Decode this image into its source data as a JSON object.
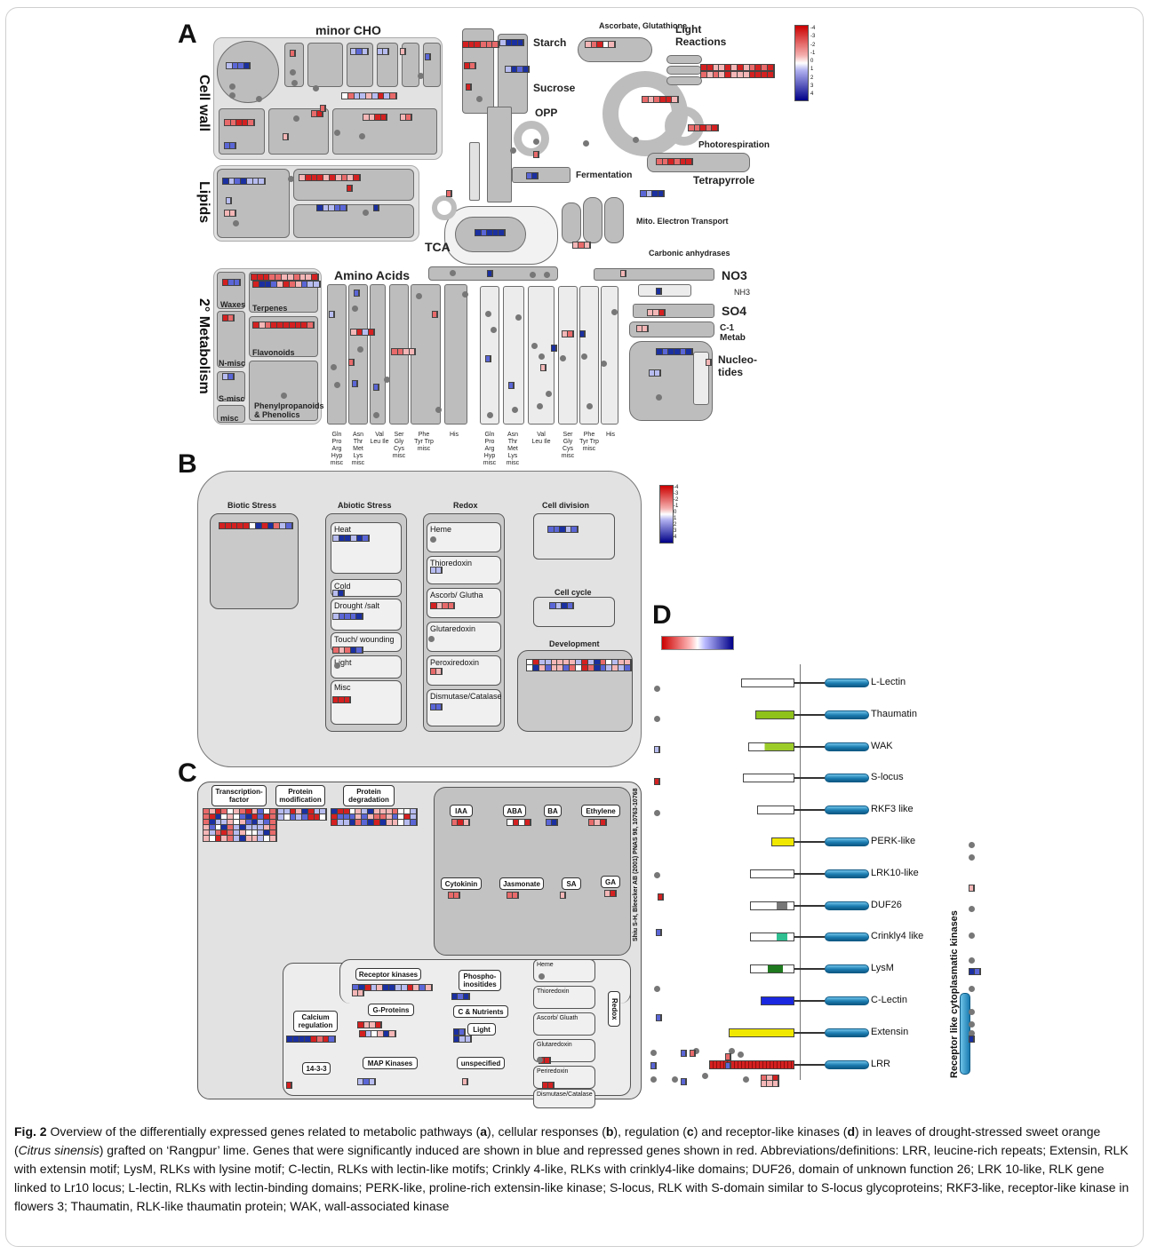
{
  "figure": {
    "panels": [
      "A",
      "B",
      "C",
      "D"
    ],
    "legend_ticks": [
      "-4",
      "-3",
      "-2",
      "-1",
      "0",
      "1",
      "2",
      "3",
      "4"
    ],
    "colors": {
      "induced": "#1a2fa0",
      "repressed": "#d42020",
      "kinase": "#1a7bb0"
    }
  },
  "panel_a": {
    "labels": {
      "minor_cho": "minor CHO",
      "cell_wall": "Cell wall",
      "lipids": "Lipids",
      "starch": "Starch",
      "sucrose": "Sucrose",
      "opp": "OPP",
      "fermentation": "Fermentation",
      "ascorbate": "Ascorbate, Glutathione",
      "light_reactions": "Light Reactions",
      "photorespiration": "Photorespiration",
      "tetrapyrrole": "Tetrapyrrole",
      "mito": "Mito. Electron Transport",
      "carbonic": "Carbonic anhydrases",
      "tca": "TCA",
      "amino_acids": "Amino Acids",
      "no3": "NO3",
      "nh3": "NH3",
      "so4": "SO4",
      "c1": "C-1 Metab",
      "nucleotides": "Nucleo- tides",
      "secondary": "2° Metabolism",
      "waxes": "Waxes",
      "terpenes": "Terpenes",
      "nmisc": "N-misc",
      "flavonoids": "Flavonoids",
      "smisc": "S-misc",
      "phenyl": "Phenylpropanoids & Phenolics",
      "misc": "misc"
    },
    "aa_groups": [
      "Gln Pro Arg Hyp misc",
      "Asn Thr Met Lys misc",
      "Val Leu Ile",
      "Ser Gly Cys misc",
      "Phe Tyr Trp misc",
      "His",
      "Gln Pro Arg Hyp misc",
      "Asn Thr Met Lys misc",
      "Val Leu Ile",
      "Ser Gly Cys misc",
      "Phe Tyr Trp misc",
      "His"
    ]
  },
  "panel_b": {
    "biotic": "Biotic Stress",
    "abiotic": "Abiotic Stress",
    "redox": "Redox",
    "cell_division": "Cell division",
    "cell_cycle": "Cell cycle",
    "development": "Development",
    "abiotic_items": [
      "Heat",
      "Cold",
      "Drought /salt",
      "Touch/ wounding",
      "Light",
      "Misc"
    ],
    "redox_items": [
      "Heme",
      "Thioredoxin",
      "Ascorb/ Glutha",
      "Glutaredoxin",
      "Peroxiredoxin",
      "Dismutase/Catalase"
    ]
  },
  "panel_c": {
    "transcription": "Transcription- factor",
    "protein_mod": "Protein modification",
    "protein_deg": "Protein degradation",
    "hormones": [
      "IAA",
      "ABA",
      "BA",
      "Ethylene",
      "Cytokinin",
      "Jasmonate",
      "SA",
      "GA"
    ],
    "receptor_kinases": "Receptor kinases",
    "phospho": "Phospho- inositides",
    "c_nutrients": "C & Nutrients",
    "light": "Light",
    "unspecified": "unspecified",
    "calcium": "Calcium regulation",
    "g_proteins": "G-Proteins",
    "map_kinases": "MAP Kinases",
    "p1433": "14-3-3",
    "redox": "Redox",
    "redox_items": [
      "Heme",
      "Thioredoxin",
      "Ascorb/ Gluath",
      "Glutaredoxin",
      "Periredoxin",
      "Dismutase/Catalase"
    ]
  },
  "panel_d": {
    "side_label": "Shiu S-H, Bleecker AB (2001) PNAS 98, 10763-10768",
    "right_label": "Receptor like cytoplasmatic kinases",
    "rlks": [
      "L-Lectin",
      "Thaumatin",
      "WAK",
      "S-locus",
      "RKF3 like",
      "PERK-like",
      "LRK10-like",
      "DUF26",
      "Crinkly4 like",
      "LysM",
      "C-Lectin",
      "Extensin",
      "LRR"
    ]
  },
  "caption": {
    "fig_label": "Fig. 2",
    "part1": " Overview of the differentially expressed genes related to metabolic pathways (",
    "a": "a",
    "part2": "), cellular responses (",
    "b": "b",
    "part3": "), regulation (",
    "c": "c",
    "part4": ") and receptor-like kinases (",
    "d": "d",
    "part5": ") in leaves of drought-stressed sweet orange (",
    "species": "Citrus sinensis",
    "part6": ") grafted on ‘Rangpur’ lime. Genes that were significantly induced are shown in blue and repressed genes shown in red. Abbreviations/definitions: LRR, leucine-rich repeats; Extensin, RLK with extensin motif; LysM, RLKs with lysine motif; C-lectin, RLKs with lectin-like motifs; Crinkly 4-like, RLKs with crinkly4-like domains; DUF26, domain of unknown function 26; LRK 10-like, RLK gene linked to Lr10 locus; L-lectin, RLKs with lectin-binding domains; PERK-like, proline-rich extensin-like kinase; S-locus, RLK with S-domain similar to S-locus glycoproteins; RKF3-like, receptor-like kinase in flowers 3; Thaumatin, RLK-like thaumatin protein; WAK, wall-associated kinase"
  }
}
